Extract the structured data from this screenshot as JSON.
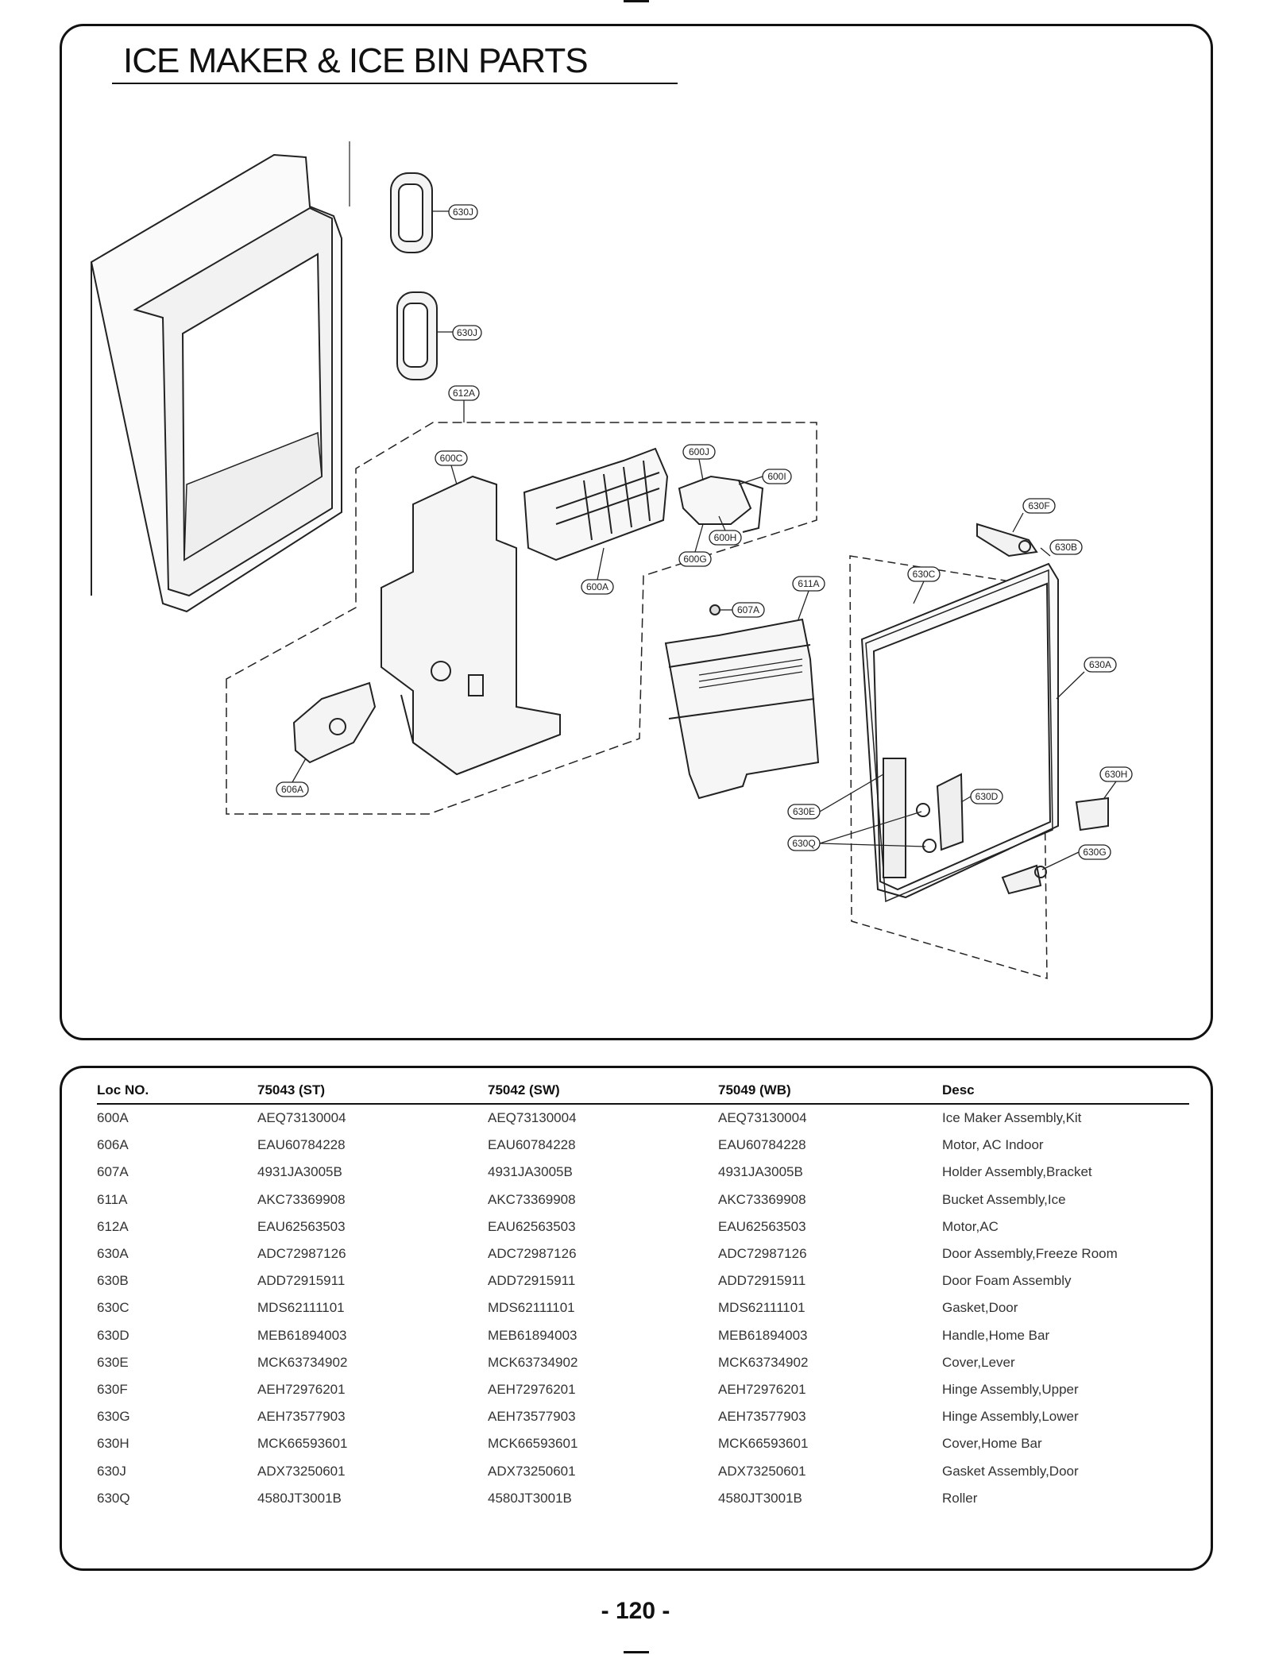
{
  "title": "ICE MAKER & ICE BIN PARTS",
  "diagram": {
    "callouts": [
      "630J",
      "630J",
      "612A",
      "600C",
      "600J",
      "600I",
      "600H",
      "600G",
      "600A",
      "611A",
      "607A",
      "606A",
      "630F",
      "630B",
      "630C",
      "630A",
      "630H",
      "630D",
      "630E",
      "630Q",
      "630G"
    ]
  },
  "table": {
    "headers": [
      "Loc NO.",
      "75043 (ST)",
      "75042 (SW)",
      "75049 (WB)",
      "Desc"
    ],
    "rows": [
      [
        "600A",
        "AEQ73130004",
        "AEQ73130004",
        "AEQ73130004",
        "Ice Maker Assembly,Kit"
      ],
      [
        "606A",
        "EAU60784228",
        "EAU60784228",
        "EAU60784228",
        "Motor, AC Indoor"
      ],
      [
        "607A",
        "4931JA3005B",
        "4931JA3005B",
        "4931JA3005B",
        "Holder Assembly,Bracket"
      ],
      [
        "611A",
        "AKC73369908",
        "AKC73369908",
        "AKC73369908",
        "Bucket Assembly,Ice"
      ],
      [
        "612A",
        "EAU62563503",
        "EAU62563503",
        "EAU62563503",
        "Motor,AC"
      ],
      [
        "630A",
        "ADC72987126",
        "ADC72987126",
        "ADC72987126",
        "Door Assembly,Freeze Room"
      ],
      [
        "630B",
        "ADD72915911",
        "ADD72915911",
        "ADD72915911",
        "Door Foam Assembly"
      ],
      [
        "630C",
        "MDS62111101",
        "MDS62111101",
        "MDS62111101",
        "Gasket,Door"
      ],
      [
        "630D",
        "MEB61894003",
        "MEB61894003",
        "MEB61894003",
        "Handle,Home Bar"
      ],
      [
        "630E",
        "MCK63734902",
        "MCK63734902",
        "MCK63734902",
        "Cover,Lever"
      ],
      [
        "630F",
        "AEH72976201",
        "AEH72976201",
        "AEH72976201",
        "Hinge Assembly,Upper"
      ],
      [
        "630G",
        "AEH73577903",
        "AEH73577903",
        "AEH73577903",
        "Hinge Assembly,Lower"
      ],
      [
        "630H",
        "MCK66593601",
        "MCK66593601",
        "MCK66593601",
        "Cover,Home Bar"
      ],
      [
        "630J",
        "ADX73250601",
        "ADX73250601",
        "ADX73250601",
        "Gasket Assembly,Door"
      ],
      [
        "630Q",
        "4580JT3001B",
        "4580JT3001B",
        "4580JT3001B",
        "Roller"
      ]
    ]
  },
  "page_number": "- 120 -"
}
